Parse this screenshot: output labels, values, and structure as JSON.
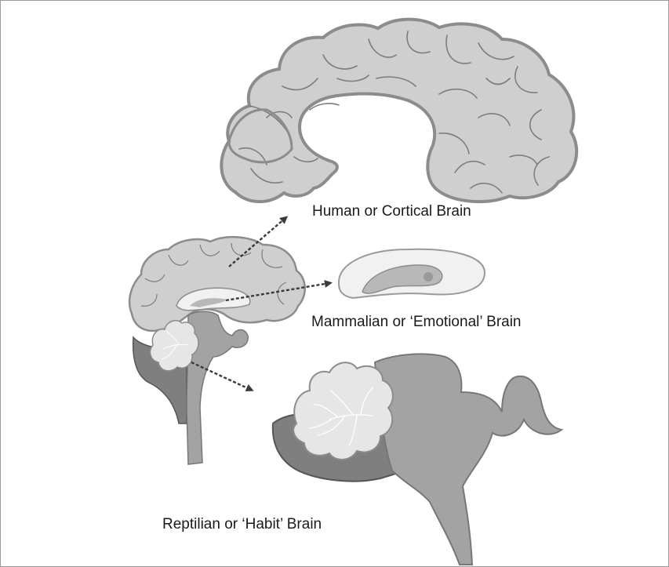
{
  "labels": {
    "cortical": "Human or Cortical Brain",
    "mammalian": "Mammalian or ‘Emotional’ Brain",
    "reptilian": "Reptilian or ‘Habit’ Brain"
  },
  "colors": {
    "cortex_fill": "#cfcfcf",
    "cortex_stroke": "#8c8c8c",
    "sulci": "#7d7d7d",
    "limbic_fill": "#b0b0b0",
    "stem_fill": "#a3a3a3",
    "stem_dark": "#7a7a7a",
    "cerebellum_fill": "#e6e6e6",
    "arrow": "#3a3a3a"
  }
}
